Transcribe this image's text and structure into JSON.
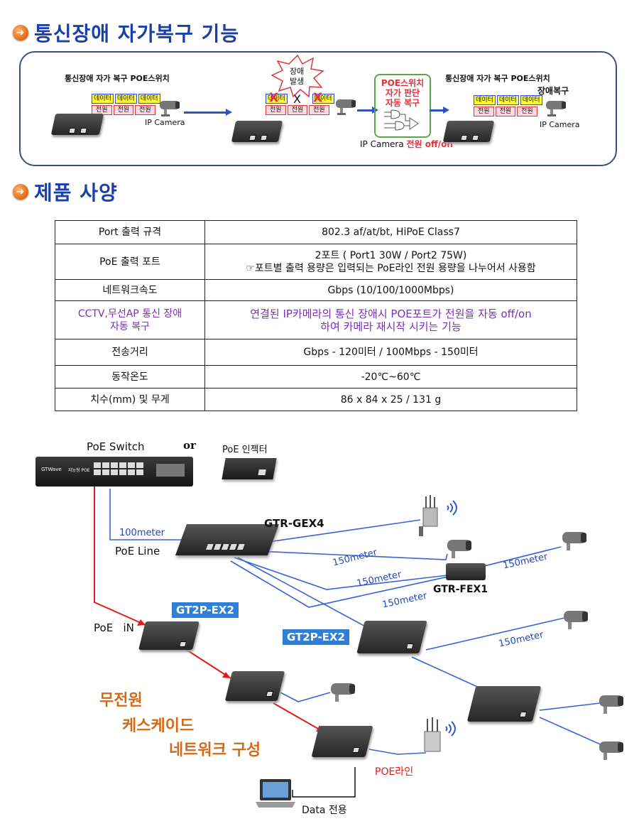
{
  "section1": {
    "title": "통신장애 자가복구 기능"
  },
  "diagram1": {
    "switch_label_1": "통신장애 자가 복구 POE스위치",
    "switch_label_2": "통신장애 자가 복구 POE스위치",
    "chip_data": "데이터",
    "chip_power": "전원",
    "cam_label_1": "IP Camera",
    "cam_label_2": "IP Camera",
    "fault_line1": "장애",
    "fault_line2": "발생",
    "x_mark": "X",
    "logic_line1": "POE스위치",
    "logic_line2": "자가 판단",
    "logic_line3": "자동 복구",
    "onoff_prefix": "IP Camera ",
    "onoff_red": "전원 off/on",
    "recover": "장애복구"
  },
  "section2": {
    "title": "제품 사양"
  },
  "spec_table": [
    {
      "key": "Port  출력 규격",
      "value": [
        "802.3 af/at/bt, HiPoE Class7"
      ]
    },
    {
      "key": "PoE 출력 포트",
      "value": [
        "2포트 ( Port1 30W / Port2 75W)",
        "☞포트별 출력 용량은 입력되는 PoE라인 전원 용량을 나누어서 사용함"
      ]
    },
    {
      "key": "네트워크속도",
      "value": [
        "Gbps (10/100/1000Mbps)"
      ]
    },
    {
      "key_lines": [
        "CCTV,무선AP 통신 장애",
        "자동 복구"
      ],
      "value": [
        "연결된 IP카메라의 통신 장애시 POE포트가 전원을 자동 off/on",
        "하여 카메라 재시작 시키는 기능"
      ]
    },
    {
      "key": "전송거리",
      "value": [
        "Gbps - 120미터 /  100Mbps - 150미터"
      ]
    },
    {
      "key": "동작온도",
      "value": [
        "-20℃~60℃"
      ]
    },
    {
      "key": "치수(mm) 및 무게",
      "value": [
        "86 x 84 x 25 / 131 g"
      ]
    }
  ],
  "network": {
    "poe_switch": "PoE Switch",
    "or": "or",
    "injector": "PoE 인젝터",
    "switch_brand": "GTWave",
    "switch_model": "지능형 POE",
    "m100": "100meter",
    "poe_line": "PoE Line",
    "gex4": "GTR-GEX4",
    "fex1": "GTR-FEX1",
    "m150": "150meter",
    "ex2_a": "GT2P-EX2",
    "ex2_b": "GT2P-EX2",
    "poe_in": "PoE   iN",
    "cascade1": "무전원",
    "cascade2": "케스케이드",
    "cascade3": "네트워크 구성",
    "poe_rain": "POE라인",
    "data_only": "Data 전용"
  },
  "colors": {
    "title_blue": "#1a3fa8",
    "purple": "#7a2fb6",
    "link_blue": "#2f56b5",
    "red_line": "#e31b1b",
    "orange": "#d26a1a"
  }
}
